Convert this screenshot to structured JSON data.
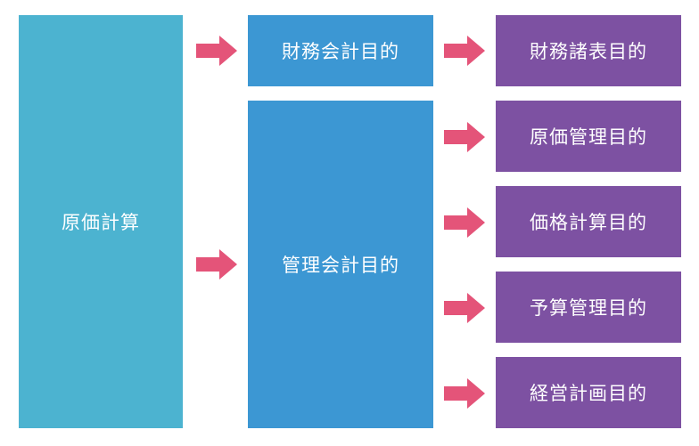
{
  "colors": {
    "root": "#4cb3d0",
    "middle": "#3c97d3",
    "leaf": "#7d51a2",
    "arrow": "#e45479"
  },
  "root": {
    "label": "原価計算"
  },
  "middle": [
    {
      "label": "財務会計目的"
    },
    {
      "label": "管理会計目的"
    }
  ],
  "leaves": [
    {
      "label": "財務諸表目的"
    },
    {
      "label": "原価管理目的"
    },
    {
      "label": "価格計算目的"
    },
    {
      "label": "予算管理目的"
    },
    {
      "label": "経営計画目的"
    }
  ]
}
